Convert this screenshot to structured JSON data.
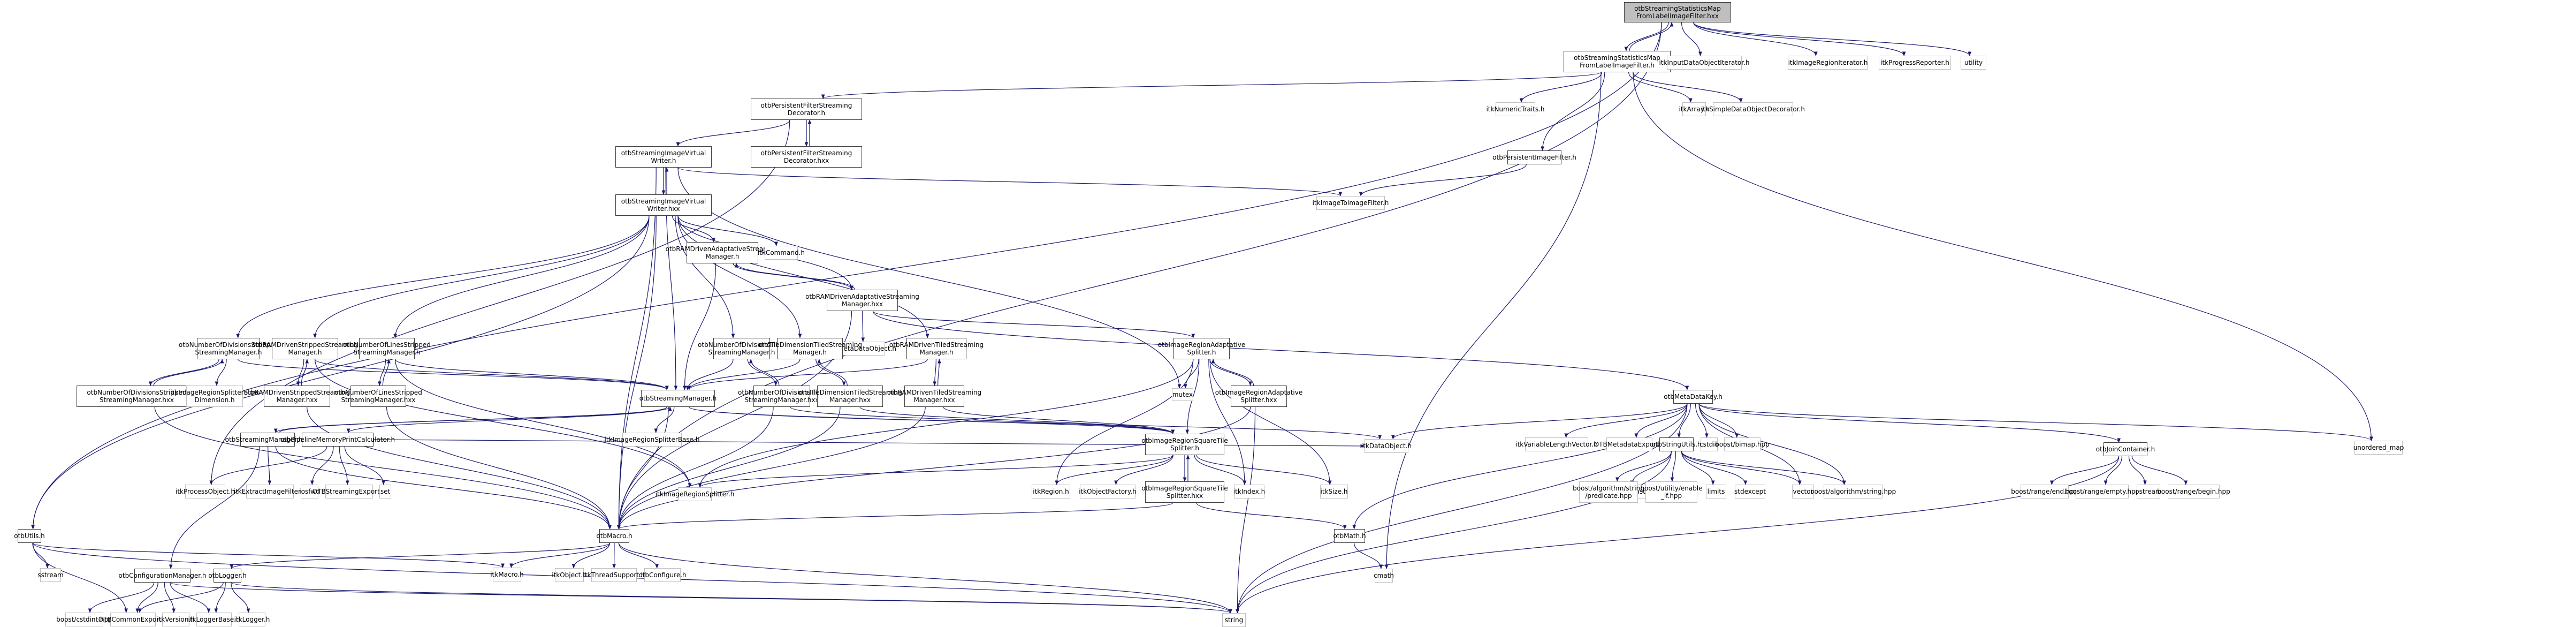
{
  "graph": {
    "title": "otbStreamingStatisticsMapFromLabelImageFilter.hxx include dependency graph",
    "edge_color": "#191970",
    "root_fill": "#bfbfbf",
    "nodes": [
      {
        "id": "root",
        "label": "otbStreamingStatisticsMap\nFromLabelImageFilter.hxx",
        "kind": "root"
      },
      {
        "id": "ssmh",
        "label": "otbStreamingStatisticsMap\nFromLabelImageFilter.h",
        "kind": "internal"
      },
      {
        "id": "inputit",
        "label": "itkInputDataObjectIterator.h",
        "kind": "external"
      },
      {
        "id": "imgregit",
        "label": "itkImageRegionIterator.h",
        "kind": "external"
      },
      {
        "id": "progrep",
        "label": "itkProgressReporter.h",
        "kind": "external"
      },
      {
        "id": "utility",
        "label": "utility",
        "kind": "external"
      },
      {
        "id": "pfsdh",
        "label": "otbPersistentFilterStreaming\nDecorator.h",
        "kind": "internal"
      },
      {
        "id": "pfsdhxx",
        "label": "otbPersistentFilterStreaming\nDecorator.hxx",
        "kind": "internal"
      },
      {
        "id": "numtraits",
        "label": "itkNumericTraits.h",
        "kind": "external"
      },
      {
        "id": "itkarray",
        "label": "itkArray.h",
        "kind": "external"
      },
      {
        "id": "simpledo",
        "label": "itkSimpleDataObjectDecorator.h",
        "kind": "external"
      },
      {
        "id": "persimg",
        "label": "otbPersistentImageFilter.h",
        "kind": "internal"
      },
      {
        "id": "siwh",
        "label": "otbStreamingImageVirtual\nWriter.h",
        "kind": "internal"
      },
      {
        "id": "siwhxx",
        "label": "otbStreamingImageVirtual\nWriter.hxx",
        "kind": "internal"
      },
      {
        "id": "img2img",
        "label": "itkImageToImageFilter.h",
        "kind": "external"
      },
      {
        "id": "ramadh",
        "label": "otbRAMDrivenAdaptativeStreaming\nManager.h",
        "kind": "internal"
      },
      {
        "id": "itkcmd",
        "label": "itkCommand.h",
        "kind": "external"
      },
      {
        "id": "ramadhxx",
        "label": "otbRAMDrivenAdaptativeStreaming\nManager.hxx",
        "kind": "internal"
      },
      {
        "id": "metadataobj",
        "label": "itkMetaDataObject.h",
        "kind": "external"
      },
      {
        "id": "ndsh",
        "label": "otbNumberOfDivisionsStripped\nStreamingManager.h",
        "kind": "internal"
      },
      {
        "id": "ndshxx",
        "label": "otbNumberOfDivisionsStripped\nStreamingManager.hxx",
        "kind": "internal"
      },
      {
        "id": "splitslow",
        "label": "itkImageRegionSplitterSlow\nDimension.h",
        "kind": "external"
      },
      {
        "id": "ramsh",
        "label": "otbRAMDrivenStrippedStreaming\nManager.h",
        "kind": "internal"
      },
      {
        "id": "ramshxx",
        "label": "otbRAMDrivenStrippedStreaming\nManager.hxx",
        "kind": "internal"
      },
      {
        "id": "nlsh",
        "label": "otbNumberOfLinesStripped\nStreamingManager.h",
        "kind": "internal"
      },
      {
        "id": "nlshxx",
        "label": "otbNumberOfLinesStripped\nStreamingManager.hxx",
        "kind": "internal"
      },
      {
        "id": "ndth",
        "label": "otbNumberOfDivisionsTiled\nStreamingManager.h",
        "kind": "internal"
      },
      {
        "id": "ndthxx",
        "label": "otbNumberOfDivisionsTiled\nStreamingManager.hxx",
        "kind": "internal"
      },
      {
        "id": "tdth",
        "label": "otbTileDimensionTiledStreaming\nManager.h",
        "kind": "internal"
      },
      {
        "id": "tdthxx",
        "label": "otbTileDimensionTiledStreaming\nManager.hxx",
        "kind": "internal"
      },
      {
        "id": "ramth",
        "label": "otbRAMDrivenTiledStreaming\nManager.h",
        "kind": "internal"
      },
      {
        "id": "ramthxx",
        "label": "otbRAMDrivenTiledStreaming\nManager.hxx",
        "kind": "internal"
      },
      {
        "id": "iras",
        "label": "otbImageRegionAdaptative\nSplitter.h",
        "kind": "internal"
      },
      {
        "id": "irashxx",
        "label": "otbImageRegionAdaptative\nSplitter.hxx",
        "kind": "internal"
      },
      {
        "id": "mutex",
        "label": "mutex",
        "kind": "external"
      },
      {
        "id": "smh",
        "label": "otbStreamingManager.h",
        "kind": "internal"
      },
      {
        "id": "smhxx",
        "label": "otbStreamingManager.hxx",
        "kind": "internal"
      },
      {
        "id": "pmpc",
        "label": "otbPipelineMemoryPrintCalculator.h",
        "kind": "internal"
      },
      {
        "id": "splitbase",
        "label": "itkImageRegionSplitterBase.h",
        "kind": "external"
      },
      {
        "id": "dataobj",
        "label": "itkDataObject.h",
        "kind": "external"
      },
      {
        "id": "mdk",
        "label": "otbMetaDataKey.h",
        "kind": "internal"
      },
      {
        "id": "varlen",
        "label": "itkVariableLengthVector.h",
        "kind": "external"
      },
      {
        "id": "otbmdexp",
        "label": "OTBMetadataExport.h",
        "kind": "external"
      },
      {
        "id": "strutils",
        "label": "otbStringUtils.h",
        "kind": "internal"
      },
      {
        "id": "cstdio",
        "label": "cstdio",
        "kind": "external"
      },
      {
        "id": "bimap",
        "label": "boost/bimap.hpp",
        "kind": "external"
      },
      {
        "id": "joincont",
        "label": "otbJoinContainer.h",
        "kind": "internal"
      },
      {
        "id": "unordmap",
        "label": "unordered_map",
        "kind": "external"
      },
      {
        "id": "procobj",
        "label": "itkProcessObject.h",
        "kind": "external"
      },
      {
        "id": "extract",
        "label": "itkExtractImageFilter.h",
        "kind": "external"
      },
      {
        "id": "iosfwd",
        "label": "iosfwd",
        "kind": "external"
      },
      {
        "id": "otbstrexp",
        "label": "OTBStreamingExport.h",
        "kind": "external"
      },
      {
        "id": "set",
        "label": "set",
        "kind": "external"
      },
      {
        "id": "imgsplit",
        "label": "itkImageRegionSplitter.h",
        "kind": "external"
      },
      {
        "id": "irsth",
        "label": "otbImageRegionSquareTile\nSplitter.h",
        "kind": "internal"
      },
      {
        "id": "irsthxx",
        "label": "otbImageRegionSquareTile\nSplitter.hxx",
        "kind": "internal"
      },
      {
        "id": "itkregion",
        "label": "itkRegion.h",
        "kind": "external"
      },
      {
        "id": "objfact",
        "label": "itkObjectFactory.h",
        "kind": "external"
      },
      {
        "id": "itkindex",
        "label": "itkIndex.h",
        "kind": "external"
      },
      {
        "id": "itksize",
        "label": "itkSize.h",
        "kind": "external"
      },
      {
        "id": "lexcast",
        "label": "boost/lexical_cast.hpp",
        "kind": "external"
      },
      {
        "id": "predicate",
        "label": "boost/algorithm/string\n/predicate.hpp",
        "kind": "external"
      },
      {
        "id": "enableif",
        "label": "boost/utility/enable\n_if.hpp",
        "kind": "external"
      },
      {
        "id": "limits",
        "label": "limits",
        "kind": "external"
      },
      {
        "id": "stdexcept",
        "label": "stdexcept",
        "kind": "external"
      },
      {
        "id": "vector",
        "label": "vector",
        "kind": "external"
      },
      {
        "id": "algstring",
        "label": "boost/algorithm/string.hpp",
        "kind": "external"
      },
      {
        "id": "rangeend",
        "label": "boost/range/end.hpp",
        "kind": "external"
      },
      {
        "id": "rangeempty",
        "label": "boost/range/empty.hpp",
        "kind": "external"
      },
      {
        "id": "ostream",
        "label": "ostream",
        "kind": "external"
      },
      {
        "id": "rangebegin",
        "label": "boost/range/begin.hpp",
        "kind": "external"
      },
      {
        "id": "otbmath",
        "label": "otbMath.h",
        "kind": "internal"
      },
      {
        "id": "cmath",
        "label": "cmath",
        "kind": "external"
      },
      {
        "id": "otbutils",
        "label": "otbUtils.h",
        "kind": "internal"
      },
      {
        "id": "sstream",
        "label": "sstream",
        "kind": "external"
      },
      {
        "id": "otbmacro",
        "label": "otbMacro.h",
        "kind": "internal"
      },
      {
        "id": "itkmacro",
        "label": "itkMacro.h",
        "kind": "external"
      },
      {
        "id": "itkobject",
        "label": "itkObject.h",
        "kind": "external"
      },
      {
        "id": "threadsup",
        "label": "itkThreadSupport.h",
        "kind": "external"
      },
      {
        "id": "otbconfigure",
        "label": "otbConfigure.h",
        "kind": "external"
      },
      {
        "id": "confmgr",
        "label": "otbConfigurationManager.h",
        "kind": "internal"
      },
      {
        "id": "otblogger",
        "label": "otbLogger.h",
        "kind": "internal"
      },
      {
        "id": "cstdint",
        "label": "boost/cstdint.hpp",
        "kind": "external"
      },
      {
        "id": "otbcommexp",
        "label": "OTBCommonExport.h",
        "kind": "external"
      },
      {
        "id": "itkversion",
        "label": "itkVersion.h",
        "kind": "external"
      },
      {
        "id": "loggerbase",
        "label": "itkLoggerBase.h",
        "kind": "external"
      },
      {
        "id": "itklogger",
        "label": "itkLogger.h",
        "kind": "external"
      },
      {
        "id": "string",
        "label": "string",
        "kind": "external"
      }
    ],
    "edges": [
      [
        "root",
        "ssmh"
      ],
      [
        "ssmh",
        "root"
      ],
      [
        "root",
        "inputit"
      ],
      [
        "root",
        "imgregit"
      ],
      [
        "root",
        "progrep"
      ],
      [
        "root",
        "utility"
      ],
      [
        "root",
        "otbmacro"
      ],
      [
        "root",
        "otbutils"
      ],
      [
        "ssmh",
        "pfsdh"
      ],
      [
        "ssmh",
        "numtraits"
      ],
      [
        "ssmh",
        "persimg"
      ],
      [
        "ssmh",
        "itkarray"
      ],
      [
        "ssmh",
        "simpledo"
      ],
      [
        "ssmh",
        "unordmap"
      ],
      [
        "ssmh",
        "cmath"
      ],
      [
        "pfsdh",
        "siwh"
      ],
      [
        "pfsdh",
        "pfsdhxx"
      ],
      [
        "pfsdhxx",
        "pfsdh"
      ],
      [
        "pfsdh",
        "procobj"
      ],
      [
        "persimg",
        "img2img"
      ],
      [
        "siwh",
        "siwhxx"
      ],
      [
        "siwhxx",
        "siwh"
      ],
      [
        "siwh",
        "img2img"
      ],
      [
        "siwh",
        "smh"
      ],
      [
        "siwh",
        "otbmacro"
      ],
      [
        "siwh",
        "mutex"
      ],
      [
        "siwhxx",
        "ramadh"
      ],
      [
        "siwhxx",
        "itkcmd"
      ],
      [
        "siwhxx",
        "ndsh"
      ],
      [
        "siwhxx",
        "ramsh"
      ],
      [
        "siwhxx",
        "nlsh"
      ],
      [
        "siwhxx",
        "ndth"
      ],
      [
        "siwhxx",
        "tdth"
      ],
      [
        "siwhxx",
        "ramth"
      ],
      [
        "siwhxx",
        "otbutils"
      ],
      [
        "siwhxx",
        "otbmacro"
      ],
      [
        "siwhxx",
        "ramadhxx"
      ],
      [
        "ramadh",
        "smh"
      ],
      [
        "ramadh",
        "ramadhxx"
      ],
      [
        "ramadhxx",
        "ramadh"
      ],
      [
        "ramadhxx",
        "metadataobj"
      ],
      [
        "ramadhxx",
        "iras"
      ],
      [
        "ramadhxx",
        "mdk"
      ],
      [
        "ramadhxx",
        "otbmacro"
      ],
      [
        "ndsh",
        "ndshxx"
      ],
      [
        "ndshxx",
        "ndsh"
      ],
      [
        "ndsh",
        "splitslow"
      ],
      [
        "ndsh",
        "smh"
      ],
      [
        "ndshxx",
        "otbmacro"
      ],
      [
        "ramsh",
        "ramshxx"
      ],
      [
        "ramshxx",
        "ramsh"
      ],
      [
        "ramsh",
        "smh"
      ],
      [
        "ramsh",
        "imgsplit"
      ],
      [
        "ramshxx",
        "otbmacro"
      ],
      [
        "nlsh",
        "nlshxx"
      ],
      [
        "nlshxx",
        "nlsh"
      ],
      [
        "nlsh",
        "smh"
      ],
      [
        "nlsh",
        "imgsplit"
      ],
      [
        "nlshxx",
        "otbmacro"
      ],
      [
        "ndth",
        "ndthxx"
      ],
      [
        "ndthxx",
        "ndth"
      ],
      [
        "ndth",
        "smh"
      ],
      [
        "ndthxx",
        "irsth"
      ],
      [
        "ndthxx",
        "otbmacro"
      ],
      [
        "tdth",
        "tdthxx"
      ],
      [
        "tdthxx",
        "tdth"
      ],
      [
        "tdth",
        "smh"
      ],
      [
        "tdthxx",
        "irsth"
      ],
      [
        "tdthxx",
        "otbmacro"
      ],
      [
        "ramth",
        "ramthxx"
      ],
      [
        "ramthxx",
        "ramth"
      ],
      [
        "ramth",
        "smh"
      ],
      [
        "ramthxx",
        "irsth"
      ],
      [
        "ramthxx",
        "otbmacro"
      ],
      [
        "iras",
        "irashxx"
      ],
      [
        "irashxx",
        "iras"
      ],
      [
        "iras",
        "imgsplit"
      ],
      [
        "iras",
        "itkregion"
      ],
      [
        "iras",
        "itkindex"
      ],
      [
        "iras",
        "itksize"
      ],
      [
        "iras",
        "mutex"
      ],
      [
        "iras",
        "irsth"
      ],
      [
        "irashxx",
        "otbmacro"
      ],
      [
        "irashxx",
        "string"
      ],
      [
        "smh",
        "smhxx"
      ],
      [
        "smhxx",
        "smh"
      ],
      [
        "smh",
        "pmpc"
      ],
      [
        "smh",
        "splitbase"
      ],
      [
        "smh",
        "dataobj"
      ],
      [
        "smh",
        "irsth"
      ],
      [
        "smh",
        "otbmacro"
      ],
      [
        "smhxx",
        "extract"
      ],
      [
        "smhxx",
        "otbmacro"
      ],
      [
        "smhxx",
        "confmgr"
      ],
      [
        "pmpc",
        "procobj"
      ],
      [
        "pmpc",
        "iosfwd"
      ],
      [
        "pmpc",
        "otbstrexp"
      ],
      [
        "pmpc",
        "set"
      ],
      [
        "pmpc",
        "dataobj"
      ],
      [
        "irsth",
        "irsthxx"
      ],
      [
        "irsthxx",
        "irsth"
      ],
      [
        "irsth",
        "imgsplit"
      ],
      [
        "irsth",
        "itkregion"
      ],
      [
        "irsth",
        "objfact"
      ],
      [
        "irsth",
        "itkindex"
      ],
      [
        "irsth",
        "itksize"
      ],
      [
        "irsthxx",
        "otbmath"
      ],
      [
        "irsthxx",
        "otbmacro"
      ],
      [
        "mdk",
        "dataobj"
      ],
      [
        "mdk",
        "varlen"
      ],
      [
        "mdk",
        "otbmdexp"
      ],
      [
        "mdk",
        "strutils"
      ],
      [
        "mdk",
        "cstdio"
      ],
      [
        "mdk",
        "bimap"
      ],
      [
        "mdk",
        "vector"
      ],
      [
        "mdk",
        "algstring"
      ],
      [
        "mdk",
        "joincont"
      ],
      [
        "mdk",
        "unordmap"
      ],
      [
        "mdk",
        "otbmath"
      ],
      [
        "mdk",
        "string"
      ],
      [
        "strutils",
        "lexcast"
      ],
      [
        "strutils",
        "predicate"
      ],
      [
        "strutils",
        "enableif"
      ],
      [
        "strutils",
        "limits"
      ],
      [
        "strutils",
        "stdexcept"
      ],
      [
        "strutils",
        "vector"
      ],
      [
        "strutils",
        "algstring"
      ],
      [
        "strutils",
        "string"
      ],
      [
        "joincont",
        "rangeend"
      ],
      [
        "joincont",
        "rangeempty"
      ],
      [
        "joincont",
        "ostream"
      ],
      [
        "joincont",
        "rangebegin"
      ],
      [
        "joincont",
        "string"
      ],
      [
        "otbmath",
        "cmath"
      ],
      [
        "otbutils",
        "sstream"
      ],
      [
        "otbutils",
        "otbcommexp"
      ],
      [
        "otbutils",
        "itkmacro"
      ],
      [
        "otbutils",
        "string"
      ],
      [
        "otbmacro",
        "itkmacro"
      ],
      [
        "otbmacro",
        "itkobject"
      ],
      [
        "otbmacro",
        "threadsup"
      ],
      [
        "otbmacro",
        "otbconfigure"
      ],
      [
        "otbmacro",
        "otblogger"
      ],
      [
        "otbmacro",
        "string"
      ],
      [
        "confmgr",
        "cstdint"
      ],
      [
        "confmgr",
        "otbcommexp"
      ],
      [
        "confmgr",
        "itkversion"
      ],
      [
        "confmgr",
        "loggerbase"
      ],
      [
        "confmgr",
        "string"
      ],
      [
        "otblogger",
        "otbcommexp"
      ],
      [
        "otblogger",
        "loggerbase"
      ],
      [
        "otblogger",
        "itklogger"
      ],
      [
        "otblogger",
        "string"
      ]
    ]
  }
}
